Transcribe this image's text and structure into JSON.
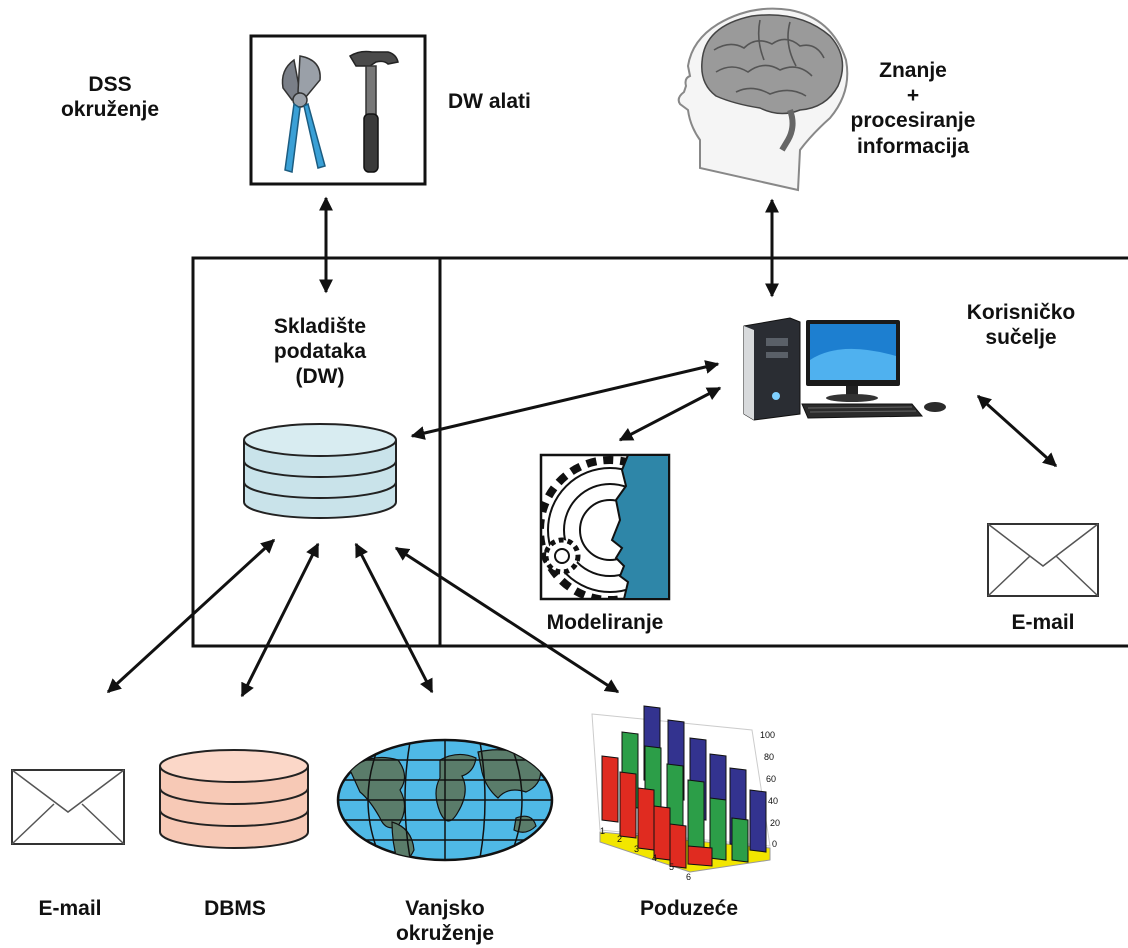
{
  "labels": {
    "dss_line1": "DSS",
    "dss_line2": "okruženje",
    "dw_tools": "DW alati",
    "knowledge_line1": "Znanje",
    "knowledge_line2": "+",
    "knowledge_line3": "procesiranje",
    "knowledge_line4": "informacija",
    "dw_line1": "Skladište",
    "dw_line2": "podataka",
    "dw_line3": "(DW)",
    "ui_line1": "Korisničko",
    "ui_line2": "sučelje",
    "modeling": "Modeliranje",
    "email_right": "E-mail",
    "email_bottom": "E-mail",
    "dbms": "DBMS",
    "external_line1": "Vanjsko",
    "external_line2": "okruženje",
    "enterprise": "Poduzeće"
  },
  "chart_icon": {
    "ticks": [
      "0",
      "20",
      "40",
      "60",
      "80",
      "100"
    ],
    "rows": [
      "1",
      "2",
      "3",
      "4",
      "5",
      "6"
    ]
  },
  "colors": {
    "dw_cylinder": "#c9e3ea",
    "dbms_cylinder": "#f7c9b6",
    "ocean": "#4fb9e6",
    "land": "#5a7c6a",
    "modeling_face": "#2e86a8",
    "chart_red": "#e02b20",
    "chart_green": "#2c9e48",
    "chart_blue": "#33338f",
    "chart_floor": "#f2e600"
  }
}
